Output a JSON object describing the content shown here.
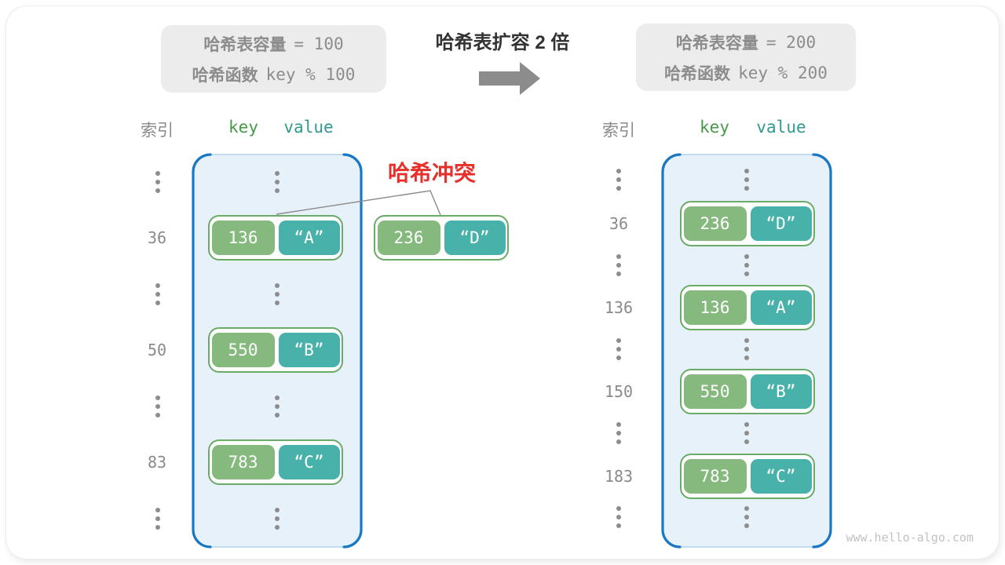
{
  "title": "哈希表扩容 2 倍",
  "collision_label": "哈希冲突",
  "watermark": "www.hello-algo.com",
  "info_box_left": {
    "line1": {
      "label": "哈希表容量",
      "value": "= 100"
    },
    "line2": {
      "label": "哈希函数",
      "value": "key % 100"
    }
  },
  "info_box_right": {
    "line1": {
      "label": "哈希表容量",
      "value": "= 200"
    },
    "line2": {
      "label": "哈希函数",
      "value": "key % 200"
    }
  },
  "table_left": {
    "headers": {
      "index": "索引",
      "key": "key",
      "value": "value"
    },
    "rows": [
      {
        "type": "dots"
      },
      {
        "type": "pair",
        "index": "36",
        "key": "136",
        "value": "“A”"
      },
      {
        "type": "dots"
      },
      {
        "type": "pair",
        "index": "50",
        "key": "550",
        "value": "“B”"
      },
      {
        "type": "dots"
      },
      {
        "type": "pair",
        "index": "83",
        "key": "783",
        "value": "“C”"
      },
      {
        "type": "dots"
      }
    ]
  },
  "detached_pair": {
    "key": "236",
    "value": "“D”"
  },
  "table_right": {
    "headers": {
      "index": "索引",
      "key": "key",
      "value": "value"
    },
    "rows": [
      {
        "type": "dots"
      },
      {
        "type": "pair",
        "index": "36",
        "key": "236",
        "value": "“D”"
      },
      {
        "type": "dots"
      },
      {
        "type": "pair",
        "index": "136",
        "key": "136",
        "value": "“A”"
      },
      {
        "type": "dots"
      },
      {
        "type": "pair",
        "index": "150",
        "key": "550",
        "value": "“B”"
      },
      {
        "type": "dots"
      },
      {
        "type": "pair",
        "index": "183",
        "key": "783",
        "value": "“C”"
      },
      {
        "type": "dots"
      }
    ]
  },
  "colors": {
    "key_box": "#85b97e",
    "value_box": "#47b1aa",
    "pair_border": "#6aab68",
    "container_fill": "#e7f1fa",
    "container_accent": "#1a78c3",
    "collision_red": "#e6302c",
    "gray_text": "#8a8a8a",
    "arrow_gray": "#8c8c8c"
  }
}
